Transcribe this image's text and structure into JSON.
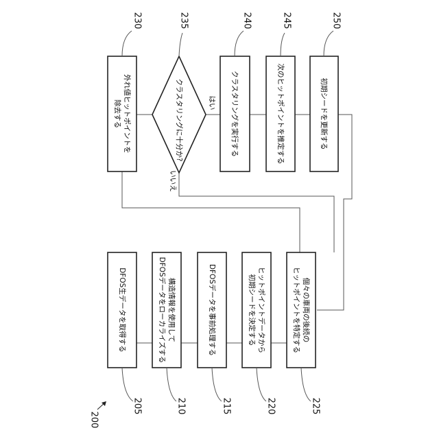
{
  "figure_number": "200",
  "steps": [
    {
      "ref": "205",
      "line1": "DFOS生データを取得する"
    },
    {
      "ref": "210",
      "line1": "構造情報を使用して",
      "line2": "DFOSデータをローカライズする"
    },
    {
      "ref": "215",
      "line1": "DFOSデータを事前処理する"
    },
    {
      "ref": "220",
      "line1": "ヒットポイントデータから",
      "line2": "初期シードを決定する"
    },
    {
      "ref": "225",
      "line1": "個々の車両の後続の",
      "line2": "ヒットポイントを特定する"
    },
    {
      "ref": "230",
      "line1": "外れ値ヒットポイントを",
      "line2": "除去する"
    },
    {
      "ref": "235",
      "line1": "クラスタリングに十分か?"
    },
    {
      "ref": "240",
      "line1": "クラスタリングを実行する"
    },
    {
      "ref": "245",
      "line1": "次のヒットポイントを推定する"
    },
    {
      "ref": "250",
      "line1": "初期シードを更新する"
    }
  ],
  "decision": {
    "yes": "はい",
    "no": "いいえ"
  }
}
